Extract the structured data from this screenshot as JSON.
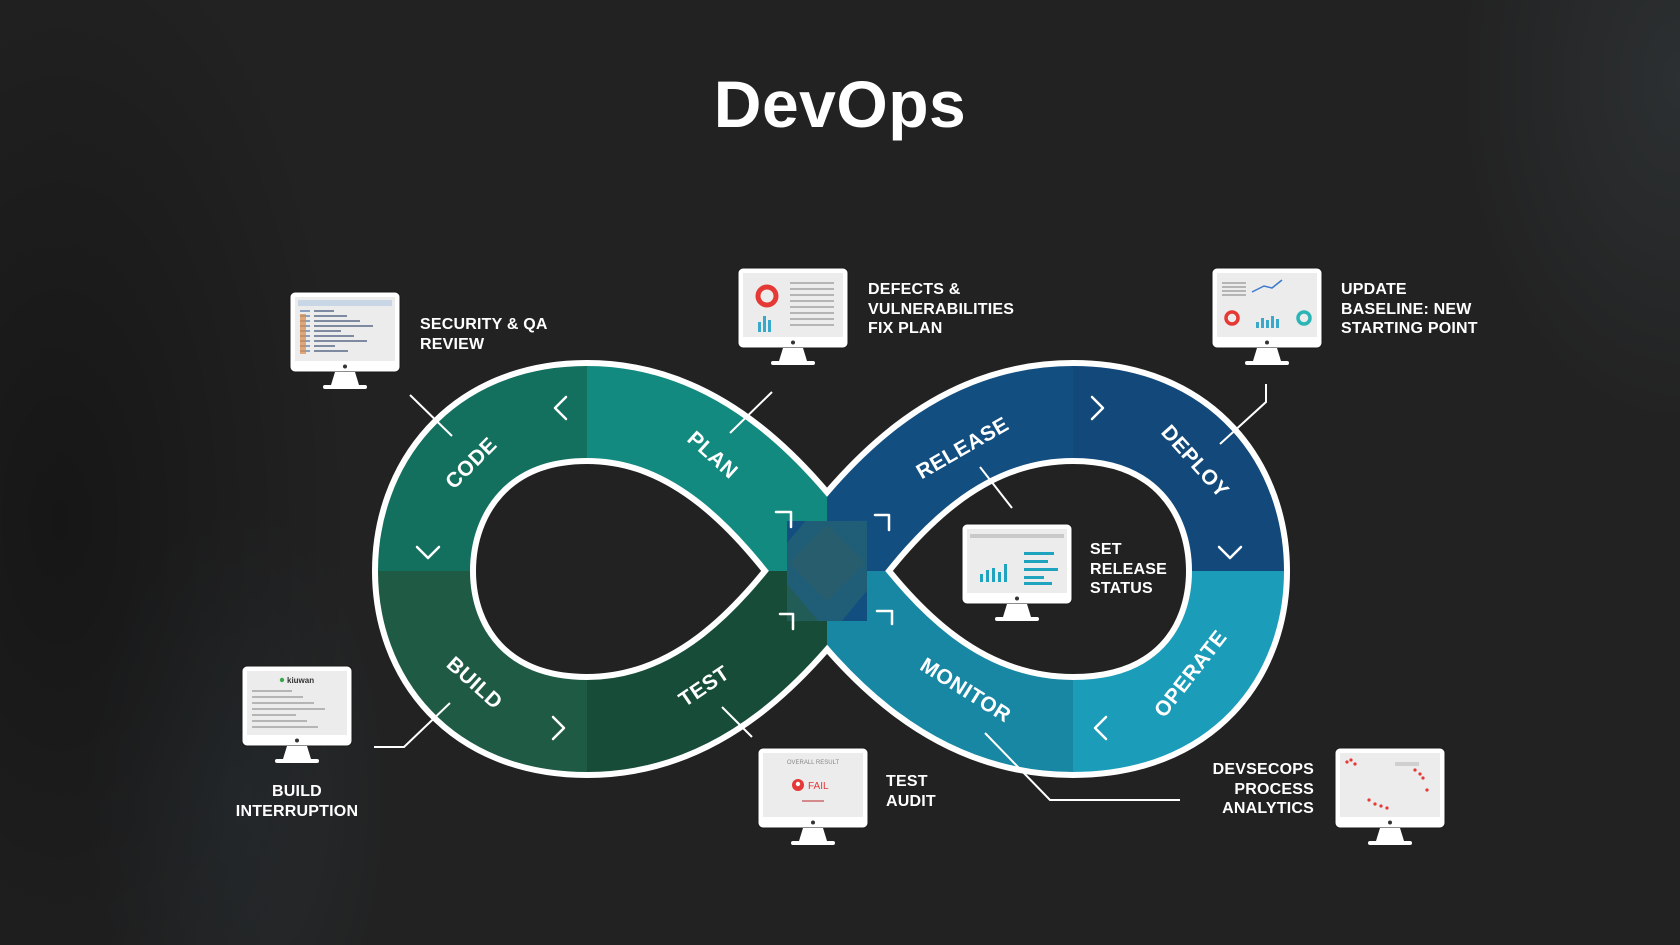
{
  "title": "DevOps",
  "colors": {
    "background": "#222222",
    "code": "#14705e",
    "plan": "#138a80",
    "build": "#1f5a44",
    "test": "#174c38",
    "release": "#134e80",
    "deploy": "#12497a",
    "monitor": "#1787a4",
    "operate": "#1b9dba",
    "border": "#ffffff",
    "alert_red": "#e53935"
  },
  "segments": [
    {
      "id": "code",
      "label": "CODE"
    },
    {
      "id": "plan",
      "label": "PLAN"
    },
    {
      "id": "build",
      "label": "BUILD"
    },
    {
      "id": "test",
      "label": "TEST"
    },
    {
      "id": "release",
      "label": "RELEASE"
    },
    {
      "id": "deploy",
      "label": "DEPLOY"
    },
    {
      "id": "monitor",
      "label": "MONITOR"
    },
    {
      "id": "operate",
      "label": "OPERATE"
    }
  ],
  "callouts": [
    {
      "id": "security-qa-review",
      "text": "SECURITY & QA REVIEW",
      "icon": "monitor-code-icon"
    },
    {
      "id": "defects-fix-plan",
      "text": "DEFECTS & VULNERABILITIES FIX PLAN",
      "icon": "monitor-donut-chart-icon"
    },
    {
      "id": "update-baseline",
      "text": "UPDATE BASELINE: NEW STARTING POINT",
      "icon": "monitor-dashboard-icon"
    },
    {
      "id": "set-release-status",
      "text": "SET RELEASE STATUS",
      "icon": "monitor-bar-chart-icon"
    },
    {
      "id": "build-interruption",
      "text": "BUILD INTERRUPTION",
      "icon": "monitor-kiuwan-icon"
    },
    {
      "id": "test-audit",
      "text": "TEST AUDIT",
      "icon": "monitor-fail-icon"
    },
    {
      "id": "devsecops-analytics",
      "text": "DEVSECOPS PROCESS ANALYTICS",
      "icon": "monitor-scatter-icon"
    }
  ],
  "screens": {
    "kiuwan_brand": "kiuwan",
    "test_overall_result": "OVERALL RESULT",
    "test_result": "FAIL"
  }
}
